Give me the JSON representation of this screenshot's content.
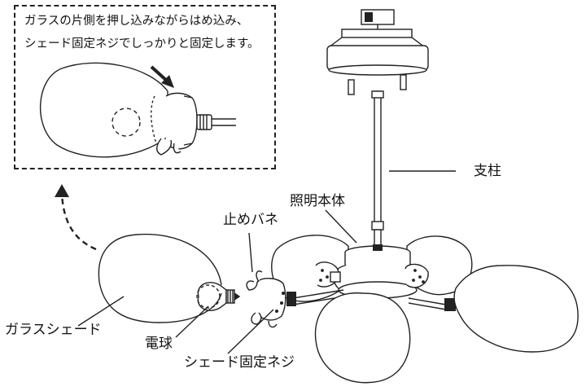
{
  "callout": {
    "line1": "ガラスの片側を押し込みながらはめ込み、",
    "line2": "シェード固定ネジでしっかりと固定します。"
  },
  "labels": {
    "pole": "支柱",
    "fixture_body": "照明本体",
    "retaining_spring": "止めバネ",
    "glass_shade": "ガラスシェード",
    "bulb": "電球",
    "shade_screw": "シェード固定ネジ"
  }
}
